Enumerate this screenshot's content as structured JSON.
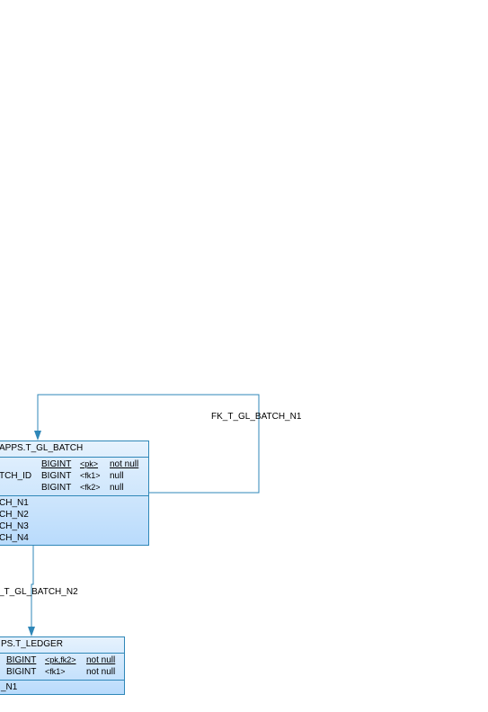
{
  "entities": {
    "batch": {
      "title": "APPS.T_GL_BATCH",
      "columns": [
        {
          "name": "",
          "type": "BIGINT",
          "key": "<pk>",
          "null": "not null",
          "underline": true
        },
        {
          "name": "TCH_ID",
          "type": "BIGINT",
          "key": "<fk1>",
          "null": "null",
          "underline": false
        },
        {
          "name": "",
          "type": "BIGINT",
          "key": "<fk2>",
          "null": "null",
          "underline": false
        }
      ],
      "indexes": [
        "CH_N1",
        "CH_N2",
        "CH_N3",
        "CH_N4"
      ]
    },
    "ledger": {
      "title": "PS.T_LEDGER",
      "columns": [
        {
          "name": "",
          "type": "BIGINT",
          "key": "<pk,fk2>",
          "null": "not null",
          "underline": true
        },
        {
          "name": "",
          "type": "BIGINT",
          "key": "<fk1>",
          "null": "not null",
          "underline": false
        }
      ],
      "indexes": [
        "_N1"
      ]
    }
  },
  "relationships": {
    "self_ref_label": "FK_T_GL_BATCH_N1",
    "batch_to_ledger_label": "_T_GL_BATCH_N2"
  },
  "colors": {
    "line": "#2f87b8",
    "entity_fill_top": "#e6f2fd",
    "entity_fill_bottom": "#b9dbfc"
  }
}
